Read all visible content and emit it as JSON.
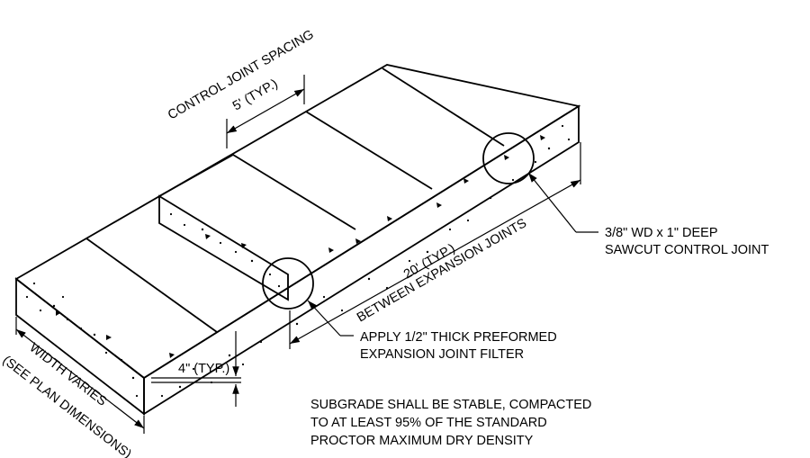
{
  "labels": {
    "control_joint_spacing": "CONTROL JOINT SPACING",
    "five_typ": "5' (TYP.)",
    "sawcut_line1": "3/8\" WD x 1\" DEEP",
    "sawcut_line2": "SAWCUT CONTROL JOINT",
    "twenty_typ": "20' (TYP.)",
    "between_expansion": "BETWEEN EXPANSION JOINTS",
    "apply_line1": "APPLY 1/2\" THICK PREFORMED",
    "apply_line2": "EXPANSION JOINT FILTER",
    "four_typ": "4\" (TYP.)",
    "width_varies": "WIDTH VARIES",
    "see_plan": "(SEE PLAN DIMENSIONS)",
    "subgrade_line1": "SUBGRADE SHALL BE STABLE, COMPACTED",
    "subgrade_line2": "TO AT LEAST 95% OF THE STANDARD",
    "subgrade_line3": "PROCTOR MAXIMUM DRY DENSITY"
  }
}
